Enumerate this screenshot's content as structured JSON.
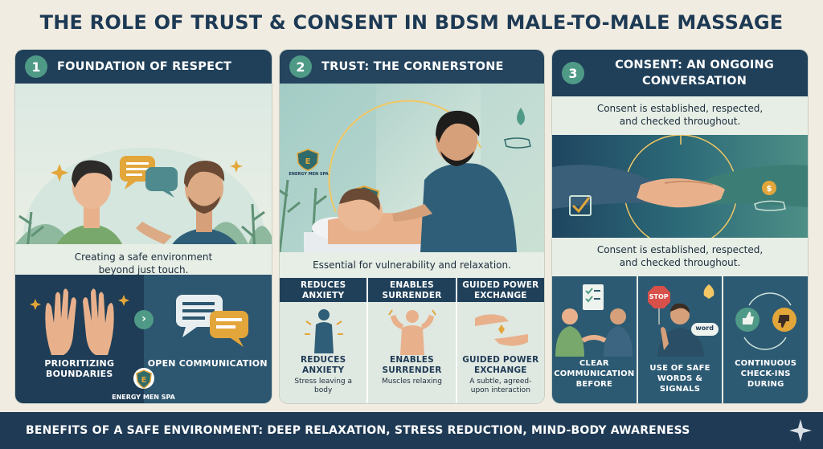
{
  "title": "THE ROLE OF TRUST & CONSENT IN BDSM MALE-TO-MALE MASSAGE",
  "panel1": {
    "number": "1",
    "title": "FOUNDATION OF RESPECT",
    "caption": "Creating a safe environment beyond just touch.",
    "tiles": [
      {
        "label": "PRIORITIZING BOUNDARIES",
        "icon": "raised-hands-icon"
      },
      {
        "label": "OPEN COMMUNICATION",
        "icon": "speech-bubbles-icon"
      }
    ],
    "logo_text": "ENERGY MEN SPA"
  },
  "panel2": {
    "number": "2",
    "title": "TRUST: THE CORNERSTONE",
    "logo_text": "ENERGY MEN SPA",
    "caption": "Essential for vulnerability and relaxation.",
    "tiles": [
      {
        "header": "REDUCES ANXIETY",
        "label": "REDUCES ANXIETY",
        "sub": "Stress leaving a body",
        "icon": "calm-figure-icon"
      },
      {
        "header": "ENABLES SURRENDER",
        "label": "ENABLES SURRENDER",
        "sub": "Muscles relaxing",
        "icon": "muscle-figure-icon"
      },
      {
        "header": "GUIDED POWER EXCHANGE",
        "label": "GUIDED POWER EXCHANGE",
        "sub": "A subtle, agreed-upon interaction",
        "icon": "hands-exchange-icon"
      }
    ]
  },
  "panel3": {
    "number": "3",
    "title": "CONSENT: AN ONGOING CONVERSATION",
    "caption_top": "Consent is established, respected, and checked throughout.",
    "caption_mid": "Consent is established, respected, and checked throughout.",
    "tiles": [
      {
        "label": "CLEAR COMMUNICATION BEFORE",
        "icon": "handshake-checklist-icon"
      },
      {
        "label": "USE OF SAFE WORDS & SIGNALS",
        "icon": "stop-sign-icon",
        "stop_text": "STOP",
        "word_text": "word"
      },
      {
        "label": "CONTINUOUS CHECK-INS DURING",
        "icon": "thumbs-cycle-icon"
      }
    ]
  },
  "footer": "BENEFITS OF A SAFE ENVIRONMENT: DEEP RELAXATION, STRESS REDUCTION, MIND-BODY AWARENESS",
  "colors": {
    "navy": "#20405a",
    "teal": "#4f9a86",
    "cream": "#f1ece1",
    "gold": "#e3a63a"
  }
}
